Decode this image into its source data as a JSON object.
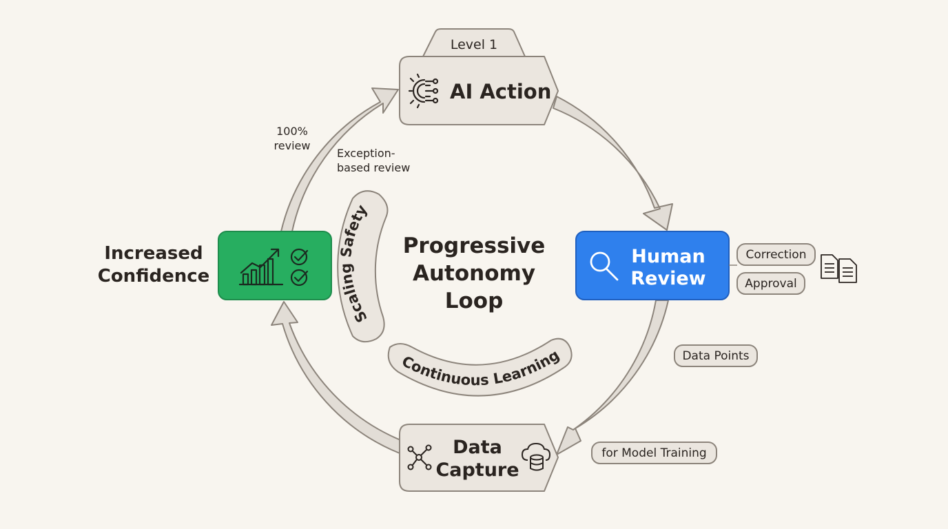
{
  "title": {
    "line1": "Progressive",
    "line2": "Autonomy",
    "line3": "Loop"
  },
  "level_tab": "Level 1",
  "nodes": {
    "ai_action": {
      "label": "AI Action",
      "icon": "gear-circuit-icon"
    },
    "human_review": {
      "line1": "Human",
      "line2": "Review",
      "icon": "magnifier-icon",
      "color": "#2f80ed"
    },
    "data_capture": {
      "line1": "Data",
      "line2": "Capture",
      "icon_left": "network-nodes-icon",
      "icon_right": "cloud-database-icon"
    },
    "increased_confidence": {
      "line1": "Increased",
      "line2": "Confidence",
      "icon_left": "growth-chart-icon",
      "icon_right": "double-check-icon",
      "color": "#27ae60"
    }
  },
  "chips": {
    "correction": "Correction",
    "approval": "Approval",
    "data_points": "Data Points",
    "model_training": "for Model Training"
  },
  "review_notes": {
    "full_line1": "100%",
    "full_line2": "review",
    "exception_line1": "Exception-",
    "exception_line2": "based review"
  },
  "inner_arcs": {
    "scaling": "Scaling Safety",
    "learning": "Continuous Learning"
  },
  "colors": {
    "background": "#f8f5ef",
    "node_fill": "#ebe6df",
    "stroke": "#8c847b",
    "ring": "#e2ddd6",
    "text": "#2a2420"
  }
}
